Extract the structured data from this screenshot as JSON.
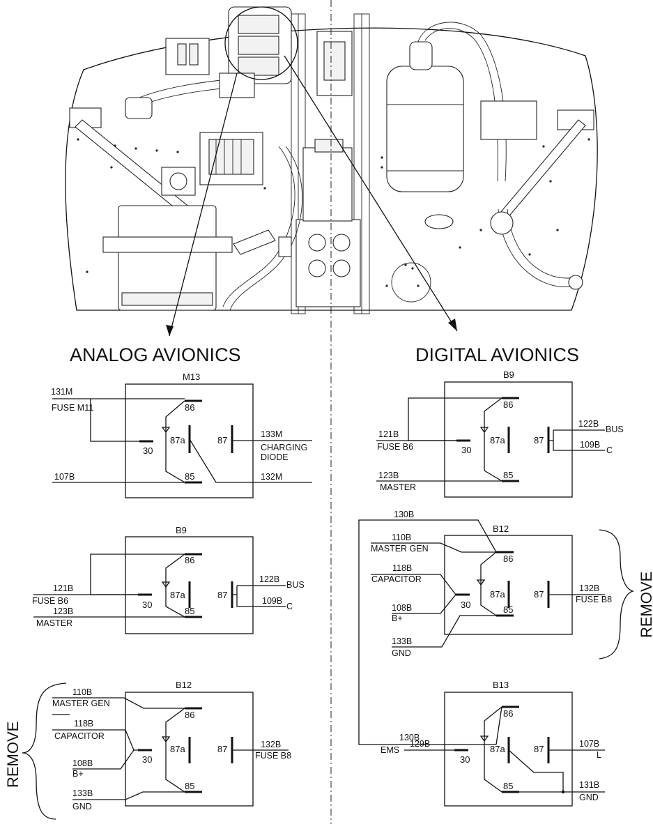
{
  "headings": {
    "analog": "ANALOG AVIONICS",
    "digital": "DIGITAL AVIONICS"
  },
  "pins": {
    "p86": "86",
    "p87a": "87a",
    "p87": "87",
    "p30": "30",
    "p85": "85"
  },
  "analog": {
    "m13": {
      "title": "M13",
      "w131m": "131M",
      "fuse_m11": "FUSE M11",
      "w107b": "107B",
      "w133m": "133M",
      "charging": "CHARGING",
      "diode": "DIODE",
      "w132m": "132M"
    },
    "b9": {
      "title": "B9",
      "w121b": "121B",
      "fuse_b6": "FUSE B6",
      "w123b": "123B",
      "master": "MASTER",
      "w122b": "122B",
      "bus": "BUS",
      "w109b": "109B",
      "c": "C"
    },
    "b12": {
      "title": "B12",
      "w110b": "110B",
      "master_gen": "MASTER GEN",
      "w118b": "118B",
      "capacitor": "CAPACITOR",
      "w108b": "108B",
      "bplus": "B+",
      "w133b": "133B",
      "gnd": "GND",
      "w132b": "132B",
      "fuse_b8": "FUSE B8",
      "remove": "REMOVE"
    }
  },
  "digital": {
    "b9": {
      "title": "B9",
      "w121b": "121B",
      "fuse_b6": "FUSE B6",
      "w123b": "123B",
      "master": "MASTER",
      "w122b": "122B",
      "bus": "BUS",
      "w109b": "109B",
      "c": "C"
    },
    "b12": {
      "title": "B12",
      "w130b": "130B",
      "w110b": "110B",
      "master_gen": "MASTER GEN",
      "w118b": "118B",
      "capacitor": "CAPACITOR",
      "w108b": "108B",
      "bplus": "B+",
      "w133b": "133B",
      "gnd": "GND",
      "w132b": "132B",
      "fuse_b8": "FUSE B8",
      "remove": "REMOVE"
    },
    "b13": {
      "title": "B13",
      "w130b": "130B",
      "ems": "EMS",
      "w129b": "129B",
      "w107b": "107B",
      "l": "L",
      "w131b": "131B",
      "gnd": "GND"
    }
  }
}
